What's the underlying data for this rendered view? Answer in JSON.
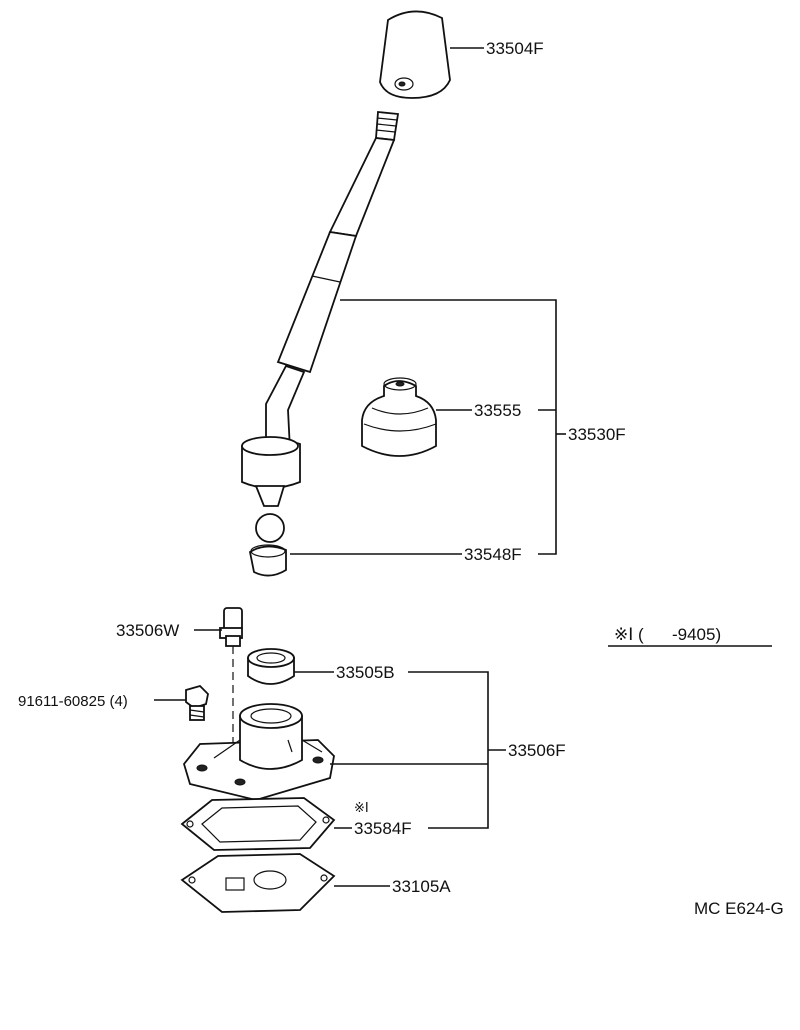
{
  "parts": {
    "knob": "33504F",
    "boot": "33555",
    "lever_assy": "33530F",
    "seat": "33548F",
    "pin": "33506W",
    "bolt": "91611-60825 (4)",
    "bushing": "33505B",
    "retainer": "33506F",
    "gasket": "33584F",
    "plate": "33105A"
  },
  "note_mark": "※Ⅰ",
  "legend": "※Ⅰ (      -9405)",
  "diagram_code": "MC E624-G"
}
